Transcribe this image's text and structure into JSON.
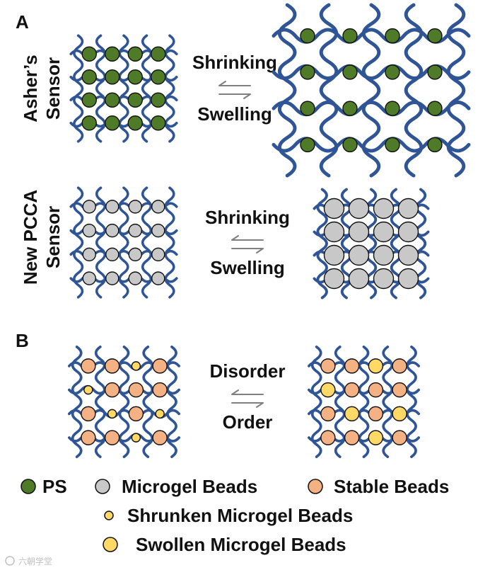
{
  "panel_a": {
    "label": "A",
    "row1": {
      "side_label_line1": "Asher’s",
      "side_label_line2": "Sensor",
      "upper_text": "Shrinking",
      "lower_text": "Swelling"
    },
    "row2": {
      "side_label_line1": "New PCCA",
      "side_label_line2": "Sensor",
      "upper_text": "Shrinking",
      "lower_text": "Swelling"
    }
  },
  "panel_b": {
    "label": "B",
    "upper_text": "Disorder",
    "lower_text": "Order"
  },
  "legend": {
    "ps": "PS",
    "microgel": "Microgel Beads",
    "stable": "Stable Beads",
    "shrunken": "Shrunken Microgel Beads",
    "swollen": "Swollen Microgel Beads"
  },
  "watermark": "六朝学堂",
  "colors": {
    "mesh": "#2f5597",
    "ps": "#4f7a28",
    "microgel": "#c8c8c8",
    "stable": "#f4b183",
    "swollen": "#ffd966",
    "arrow": "#7f7f7f",
    "outline": "#111111"
  }
}
